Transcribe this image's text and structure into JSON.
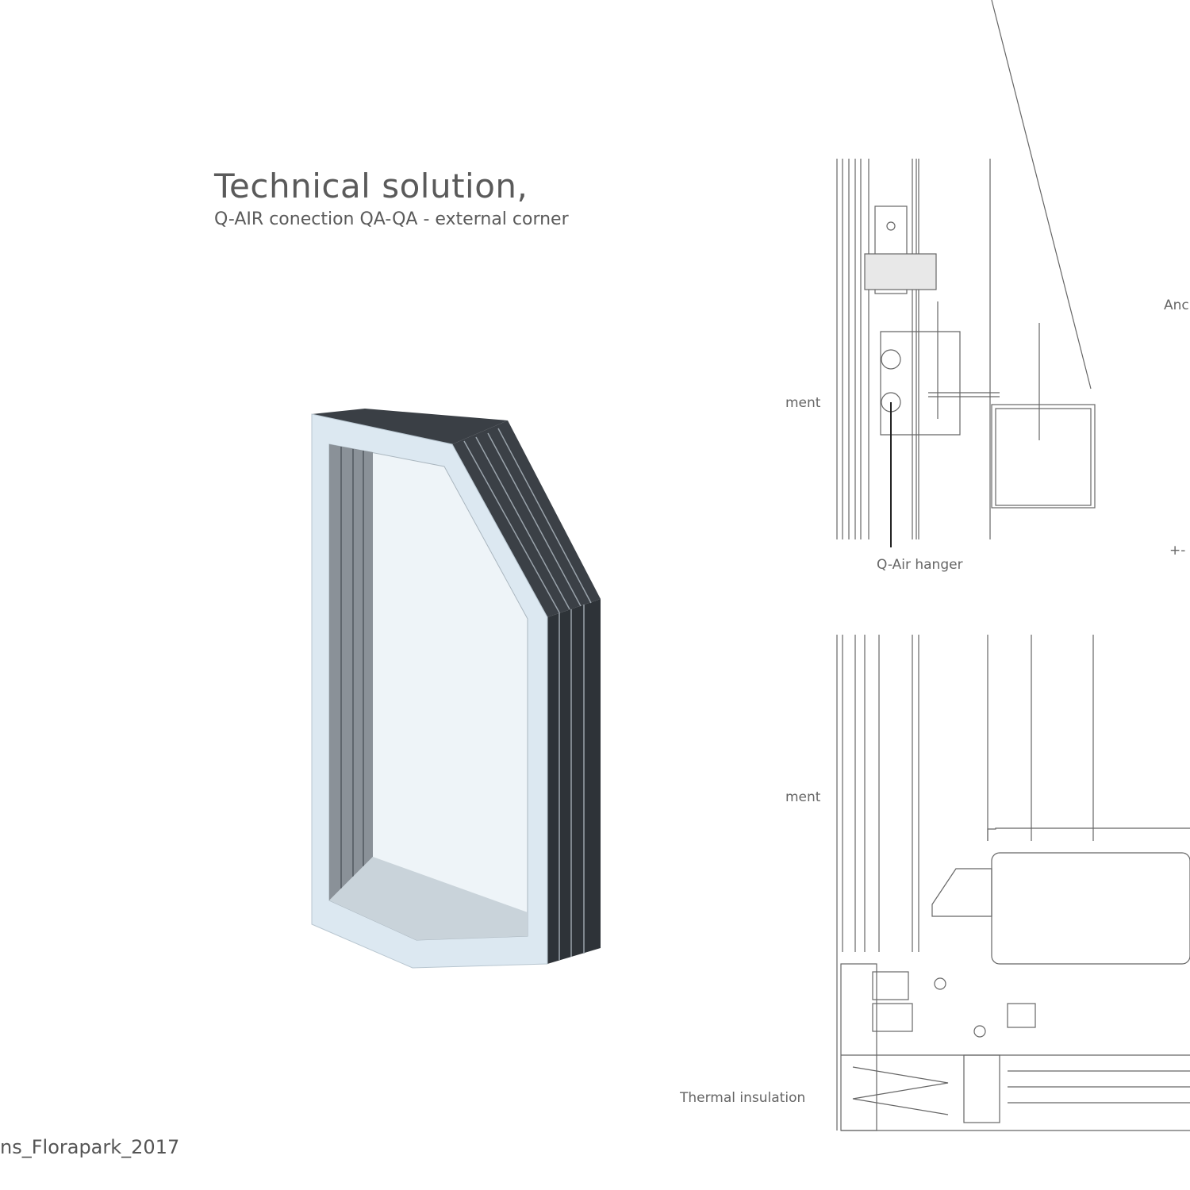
{
  "header": {
    "title": "Technical solution,",
    "subtitle": "Q-AIR conection QA-QA - external corner"
  },
  "drawing_labels": {
    "top_left_cut": "ment",
    "top_right_cut": "Anc",
    "plus_minus": "+-",
    "hanger": "Q-Air hanger",
    "bottom_left_cut": "ment",
    "thermal": "Thermal insulation"
  },
  "footer": {
    "project": "ns_Florapark_2017"
  },
  "colors": {
    "frame_light": "#dde9f2",
    "profile_dark": "#3a3f45",
    "line": "#555555"
  }
}
